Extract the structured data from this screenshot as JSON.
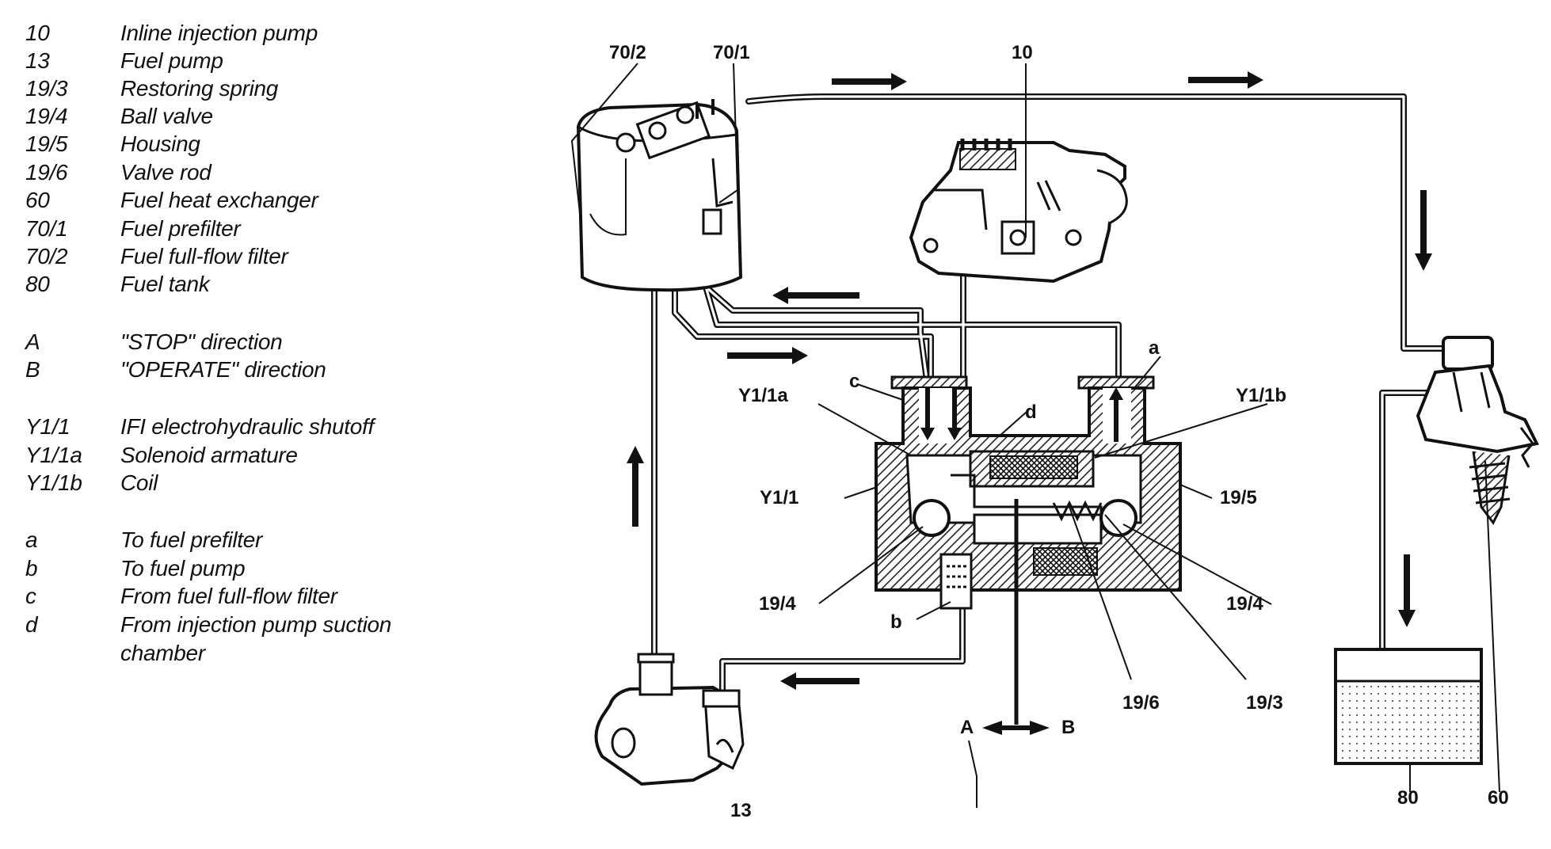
{
  "legend": {
    "parts": [
      {
        "code": "10",
        "text": "Inline injection pump"
      },
      {
        "code": "13",
        "text": "Fuel pump"
      },
      {
        "code": "19/3",
        "text": "Restoring spring"
      },
      {
        "code": "19/4",
        "text": "Ball valve"
      },
      {
        "code": "19/5",
        "text": "Housing"
      },
      {
        "code": "19/6",
        "text": "Valve rod"
      },
      {
        "code": "60",
        "text": "Fuel heat exchanger"
      },
      {
        "code": "70/1",
        "text": "Fuel prefilter"
      },
      {
        "code": "70/2",
        "text": "Fuel full-flow filter"
      },
      {
        "code": "80",
        "text": "Fuel tank"
      }
    ],
    "directions": [
      {
        "code": "A",
        "text": "\"STOP\" direction"
      },
      {
        "code": "B",
        "text": "\"OPERATE\" direction"
      }
    ],
    "components": [
      {
        "code": "Y1/1",
        "text": "IFI electrohydraulic shutoff"
      },
      {
        "code": "Y1/1a",
        "text": "Solenoid armature"
      },
      {
        "code": "Y1/1b",
        "text": "Coil"
      }
    ],
    "connections": [
      {
        "code": "a",
        "text": "To fuel prefilter"
      },
      {
        "code": "b",
        "text": "To fuel pump"
      },
      {
        "code": "c",
        "text": "From fuel full-flow filter"
      },
      {
        "code": "d",
        "text": "From injection pump suction",
        "text2": "chamber"
      }
    ]
  },
  "diagram": {
    "labels": {
      "filter_full_flow": "70/2",
      "prefilter": "70/1",
      "injection_pump": "10",
      "fuel_pump": "13",
      "shutoff": "Y1/1",
      "armature": "Y1/1a",
      "coil": "Y1/1b",
      "conn_a": "a",
      "conn_b": "b",
      "conn_c": "c",
      "conn_d": "d",
      "housing": "19/5",
      "ball_valve_left": "19/4",
      "ball_valve_right": "19/4",
      "valve_rod": "19/6",
      "restoring_spring": "19/3",
      "direction_a": "A",
      "direction_b": "B",
      "fuel_tank": "80",
      "heat_exchanger": "60"
    }
  }
}
